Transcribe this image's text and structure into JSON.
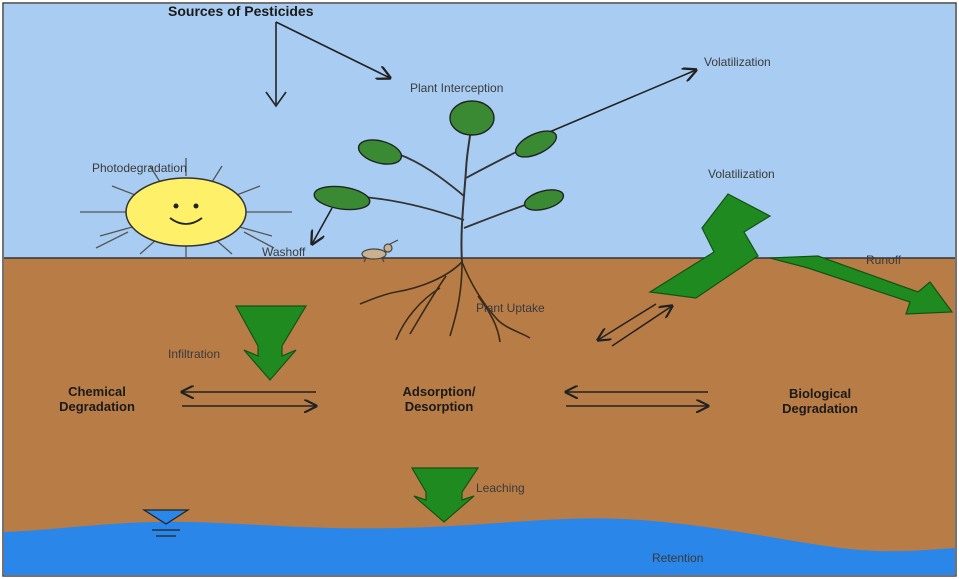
{
  "labels": {
    "sources": "Sources of Pesticides",
    "plant_interception": "Plant Interception",
    "volatilization_top": "Volatilization",
    "photodegradation": "Photodegradation",
    "volatilization_right": "Volatilization",
    "washoff": "Washoff",
    "runoff": "Runoff",
    "plant_uptake": "Plant Uptake",
    "infiltration": "Infiltration",
    "chemical_degradation_1": "Chemical",
    "chemical_degradation_2": "Degradation",
    "adsorption_1": "Adsorption/",
    "adsorption_2": "Desorption",
    "biological_degradation_1": "Biological",
    "biological_degradation_2": "Degradation",
    "leaching": "Leaching",
    "retention": "Retention"
  },
  "colors": {
    "sky": "#a9cdf2",
    "soil": "#b87c47",
    "water": "#2a86e8",
    "arrow_green": "#1f8a1f",
    "leaf_green": "#3a8a34",
    "sun": "#fff06a"
  }
}
